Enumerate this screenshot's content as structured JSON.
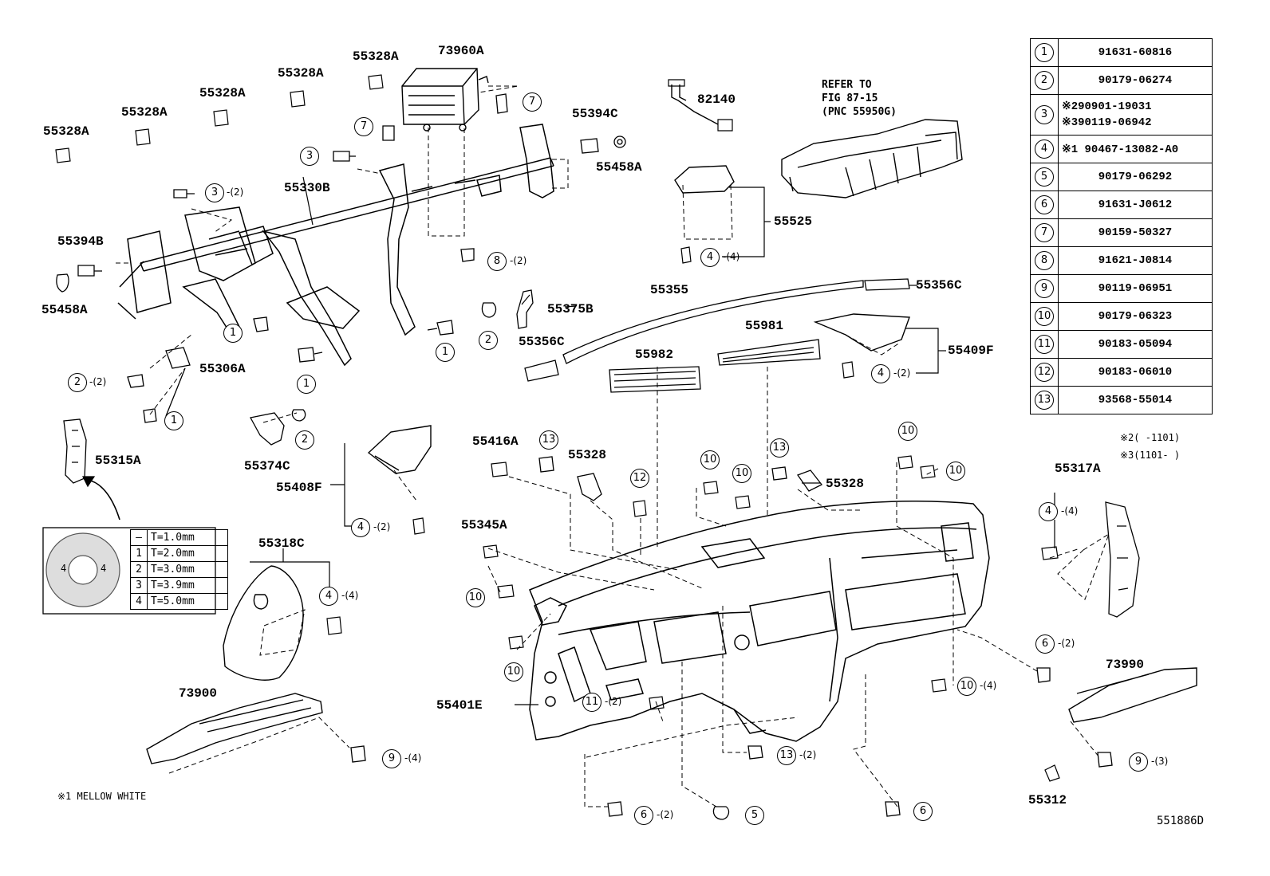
{
  "labels": {
    "p55328A_1": "55328A",
    "p55328A_2": "55328A",
    "p55328A_3": "55328A",
    "p55328A_4": "55328A",
    "p55328A_5": "55328A",
    "p73960A": "73960A",
    "p82140": "82140",
    "p55394C": "55394C",
    "p55458A_top": "55458A",
    "p55330B": "55330B",
    "p55394B": "55394B",
    "p55458A_left": "55458A",
    "p55525": "55525",
    "p55355": "55355",
    "p55356C_right": "55356C",
    "p55375B": "55375B",
    "p55356C_left": "55356C",
    "p55982": "55982",
    "p55981": "55981",
    "p55409F": "55409F",
    "p55306A": "55306A",
    "p55315A": "55315A",
    "p55374C": "55374C",
    "p55408F": "55408F",
    "p55416A": "55416A",
    "p55328_left": "55328",
    "p55328_right": "55328",
    "p55317A": "55317A",
    "p55345A": "55345A",
    "p55318C": "55318C",
    "p73900": "73900",
    "p55401E": "55401E",
    "p73990": "73990",
    "p55312": "55312"
  },
  "refer_note": [
    "REFER TO",
    "FIG 87-15",
    "(PNC 55950G)"
  ],
  "callouts": [
    {
      "n": "7"
    },
    {
      "n": "7"
    },
    {
      "n": "3"
    },
    {
      "n": "3",
      "q": "-(2)"
    },
    {
      "n": "8",
      "q": "-(2)"
    },
    {
      "n": "4",
      "q": "-(4)"
    },
    {
      "n": "1"
    },
    {
      "n": "1"
    },
    {
      "n": "2",
      "q": "-(2)"
    },
    {
      "n": "1"
    },
    {
      "n": "1"
    },
    {
      "n": "2"
    },
    {
      "n": "2"
    },
    {
      "n": "4",
      "q": "-(2)"
    },
    {
      "n": "4",
      "q": "-(2)"
    },
    {
      "n": "13"
    },
    {
      "n": "12"
    },
    {
      "n": "10"
    },
    {
      "n": "10"
    },
    {
      "n": "13"
    },
    {
      "n": "10"
    },
    {
      "n": "10"
    },
    {
      "n": "4",
      "q": "-(4)"
    },
    {
      "n": "10"
    },
    {
      "n": "4",
      "q": "-(4)"
    },
    {
      "n": "10"
    },
    {
      "n": "6",
      "q": "-(2)"
    },
    {
      "n": "10",
      "q": "-(4)"
    },
    {
      "n": "11",
      "q": "-(2)"
    },
    {
      "n": "13",
      "q": "-(2)"
    },
    {
      "n": "9",
      "q": "-(4)"
    },
    {
      "n": "9",
      "q": "-(3)"
    },
    {
      "n": "6",
      "q": "-(2)"
    },
    {
      "n": "5"
    },
    {
      "n": "6"
    }
  ],
  "parts_table": [
    {
      "n": "1",
      "part": [
        "91631-60816"
      ]
    },
    {
      "n": "2",
      "part": [
        "90179-06274"
      ]
    },
    {
      "n": "3",
      "part": [
        "※290901-19031",
        "※390119-06942"
      ]
    },
    {
      "n": "4",
      "part": [
        "※1 90467-13082-A0"
      ]
    },
    {
      "n": "5",
      "part": [
        "90179-06292"
      ]
    },
    {
      "n": "6",
      "part": [
        "91631-J0612"
      ]
    },
    {
      "n": "7",
      "part": [
        "90159-50327"
      ]
    },
    {
      "n": "8",
      "part": [
        "91621-J0814"
      ]
    },
    {
      "n": "9",
      "part": [
        "90119-06951"
      ]
    },
    {
      "n": "10",
      "part": [
        "90179-06323"
      ]
    },
    {
      "n": "11",
      "part": [
        "90183-05094"
      ]
    },
    {
      "n": "12",
      "part": [
        "90183-06010"
      ]
    },
    {
      "n": "13",
      "part": [
        "93568-55014"
      ]
    }
  ],
  "table_notes": [
    "※2(   -1101)",
    "※3(1101-   )"
  ],
  "thickness_table": [
    {
      "k": "—",
      "v": "T=1.0mm"
    },
    {
      "k": "1",
      "v": "T=2.0mm"
    },
    {
      "k": "2",
      "v": "T=3.0mm"
    },
    {
      "k": "3",
      "v": "T=3.9mm"
    },
    {
      "k": "4",
      "v": "T=5.0mm"
    }
  ],
  "washer_marks": [
    "4",
    "4"
  ],
  "footnote": "※1 MELLOW WHITE",
  "diagram_id": "551886D"
}
